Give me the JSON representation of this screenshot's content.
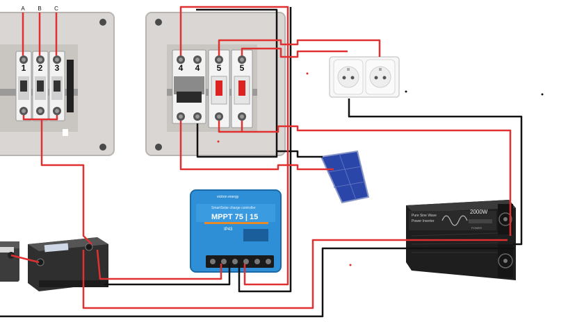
{
  "colors": {
    "wire_positive": "#e03030",
    "wire_negative": "#111111",
    "enclosure": "#d9d6d3",
    "enclosure_edge": "#b8b4b0",
    "breaker_body": "#f2f2f2",
    "mppt_blue": "#2e8fd6",
    "inverter_body": "#1e1e1e",
    "panel_blue": "#2a46a8"
  },
  "phase_labels": [
    "A",
    "B",
    "C"
  ],
  "left_breakers": [
    "1",
    "2",
    "3"
  ],
  "right_breakers": [
    "4",
    "4",
    "5",
    "5"
  ],
  "mppt": {
    "brand": "victron energy",
    "product_line": "SmartSolar charge controller",
    "model": "MPPT 75 | 15",
    "ip_rating": "IP43"
  },
  "inverter": {
    "rating": "2000W",
    "line1": "Pure Sine Wave",
    "line2": "Power Inverter",
    "badge": "POWER"
  },
  "icons": [
    "wall-socket-icon",
    "solar-panel-icon",
    "car-battery-icon",
    "cooling-fan-icon"
  ]
}
